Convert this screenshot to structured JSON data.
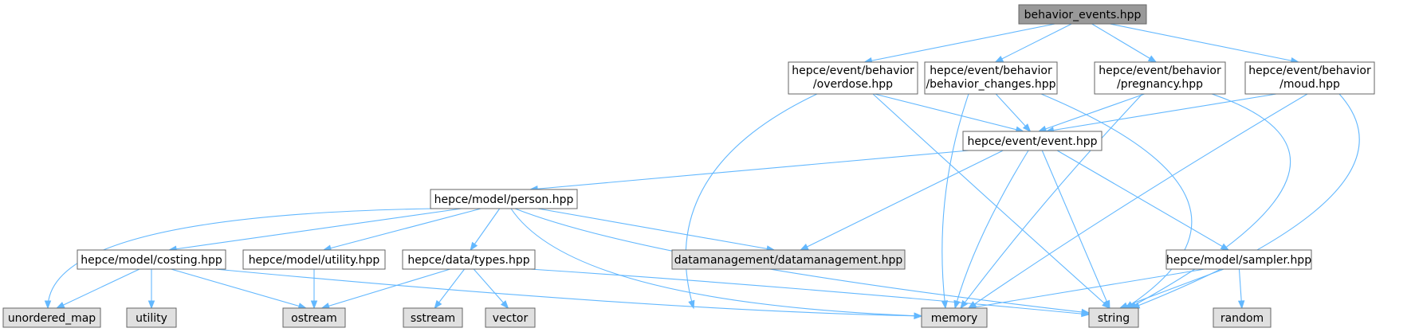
{
  "colors": {
    "edge": "#63b8ff",
    "node_fill": "#ffffff",
    "node_border": "#666666",
    "root_fill": "#999999",
    "external_fill": "#e0e0e0",
    "external_border": "#999999"
  },
  "nodes": [
    {
      "id": "behavior_events",
      "kind": "root",
      "lines": [
        "behavior_events.hpp"
      ]
    },
    {
      "id": "overdose",
      "kind": "internal",
      "lines": [
        "hepce/event/behavior",
        "/overdose.hpp"
      ]
    },
    {
      "id": "behavior_changes",
      "kind": "internal",
      "lines": [
        "hepce/event/behavior",
        "/behavior_changes.hpp"
      ]
    },
    {
      "id": "pregnancy",
      "kind": "internal",
      "lines": [
        "hepce/event/behavior",
        "/pregnancy.hpp"
      ]
    },
    {
      "id": "moud",
      "kind": "internal",
      "lines": [
        "hepce/event/behavior",
        "/moud.hpp"
      ]
    },
    {
      "id": "event",
      "kind": "internal",
      "lines": [
        "hepce/event/event.hpp"
      ]
    },
    {
      "id": "person",
      "kind": "internal",
      "lines": [
        "hepce/model/person.hpp"
      ]
    },
    {
      "id": "costing",
      "kind": "internal",
      "lines": [
        "hepce/model/costing.hpp"
      ]
    },
    {
      "id": "utility_hpp",
      "kind": "internal",
      "lines": [
        "hepce/model/utility.hpp"
      ]
    },
    {
      "id": "types",
      "kind": "internal",
      "lines": [
        "hepce/data/types.hpp"
      ]
    },
    {
      "id": "datamanagement",
      "kind": "external",
      "lines": [
        "datamanagement/datamanagement.hpp"
      ]
    },
    {
      "id": "sampler",
      "kind": "internal",
      "lines": [
        "hepce/model/sampler.hpp"
      ]
    },
    {
      "id": "unordered_map",
      "kind": "external",
      "lines": [
        "unordered_map"
      ]
    },
    {
      "id": "utility",
      "kind": "external",
      "lines": [
        "utility"
      ]
    },
    {
      "id": "ostream",
      "kind": "external",
      "lines": [
        "ostream"
      ]
    },
    {
      "id": "sstream",
      "kind": "external",
      "lines": [
        "sstream"
      ]
    },
    {
      "id": "vector",
      "kind": "external",
      "lines": [
        "vector"
      ]
    },
    {
      "id": "memory",
      "kind": "external",
      "lines": [
        "memory"
      ]
    },
    {
      "id": "string",
      "kind": "external",
      "lines": [
        "string"
      ]
    },
    {
      "id": "random",
      "kind": "external",
      "lines": [
        "random"
      ]
    }
  ],
  "edges": [
    {
      "from": "behavior_events",
      "to": "overdose"
    },
    {
      "from": "behavior_events",
      "to": "behavior_changes"
    },
    {
      "from": "behavior_events",
      "to": "pregnancy"
    },
    {
      "from": "behavior_events",
      "to": "moud"
    },
    {
      "from": "overdose",
      "to": "event"
    },
    {
      "from": "overdose",
      "to": "memory"
    },
    {
      "from": "overdose",
      "to": "string"
    },
    {
      "from": "behavior_changes",
      "to": "event"
    },
    {
      "from": "behavior_changes",
      "to": "memory"
    },
    {
      "from": "behavior_changes",
      "to": "string"
    },
    {
      "from": "pregnancy",
      "to": "event"
    },
    {
      "from": "pregnancy",
      "to": "memory"
    },
    {
      "from": "pregnancy",
      "to": "string"
    },
    {
      "from": "moud",
      "to": "event"
    },
    {
      "from": "moud",
      "to": "memory"
    },
    {
      "from": "moud",
      "to": "string"
    },
    {
      "from": "event",
      "to": "person"
    },
    {
      "from": "event",
      "to": "datamanagement"
    },
    {
      "from": "event",
      "to": "memory"
    },
    {
      "from": "event",
      "to": "string"
    },
    {
      "from": "event",
      "to": "sampler"
    },
    {
      "from": "person",
      "to": "unordered_map"
    },
    {
      "from": "person",
      "to": "costing"
    },
    {
      "from": "person",
      "to": "utility_hpp"
    },
    {
      "from": "person",
      "to": "types"
    },
    {
      "from": "person",
      "to": "datamanagement"
    },
    {
      "from": "person",
      "to": "memory"
    },
    {
      "from": "person",
      "to": "string"
    },
    {
      "from": "costing",
      "to": "unordered_map"
    },
    {
      "from": "costing",
      "to": "utility"
    },
    {
      "from": "costing",
      "to": "ostream"
    },
    {
      "from": "costing",
      "to": "memory"
    },
    {
      "from": "utility_hpp",
      "to": "ostream"
    },
    {
      "from": "types",
      "to": "ostream"
    },
    {
      "from": "types",
      "to": "sstream"
    },
    {
      "from": "types",
      "to": "vector"
    },
    {
      "from": "types",
      "to": "string"
    },
    {
      "from": "sampler",
      "to": "memory"
    },
    {
      "from": "sampler",
      "to": "string"
    },
    {
      "from": "sampler",
      "to": "random"
    }
  ]
}
